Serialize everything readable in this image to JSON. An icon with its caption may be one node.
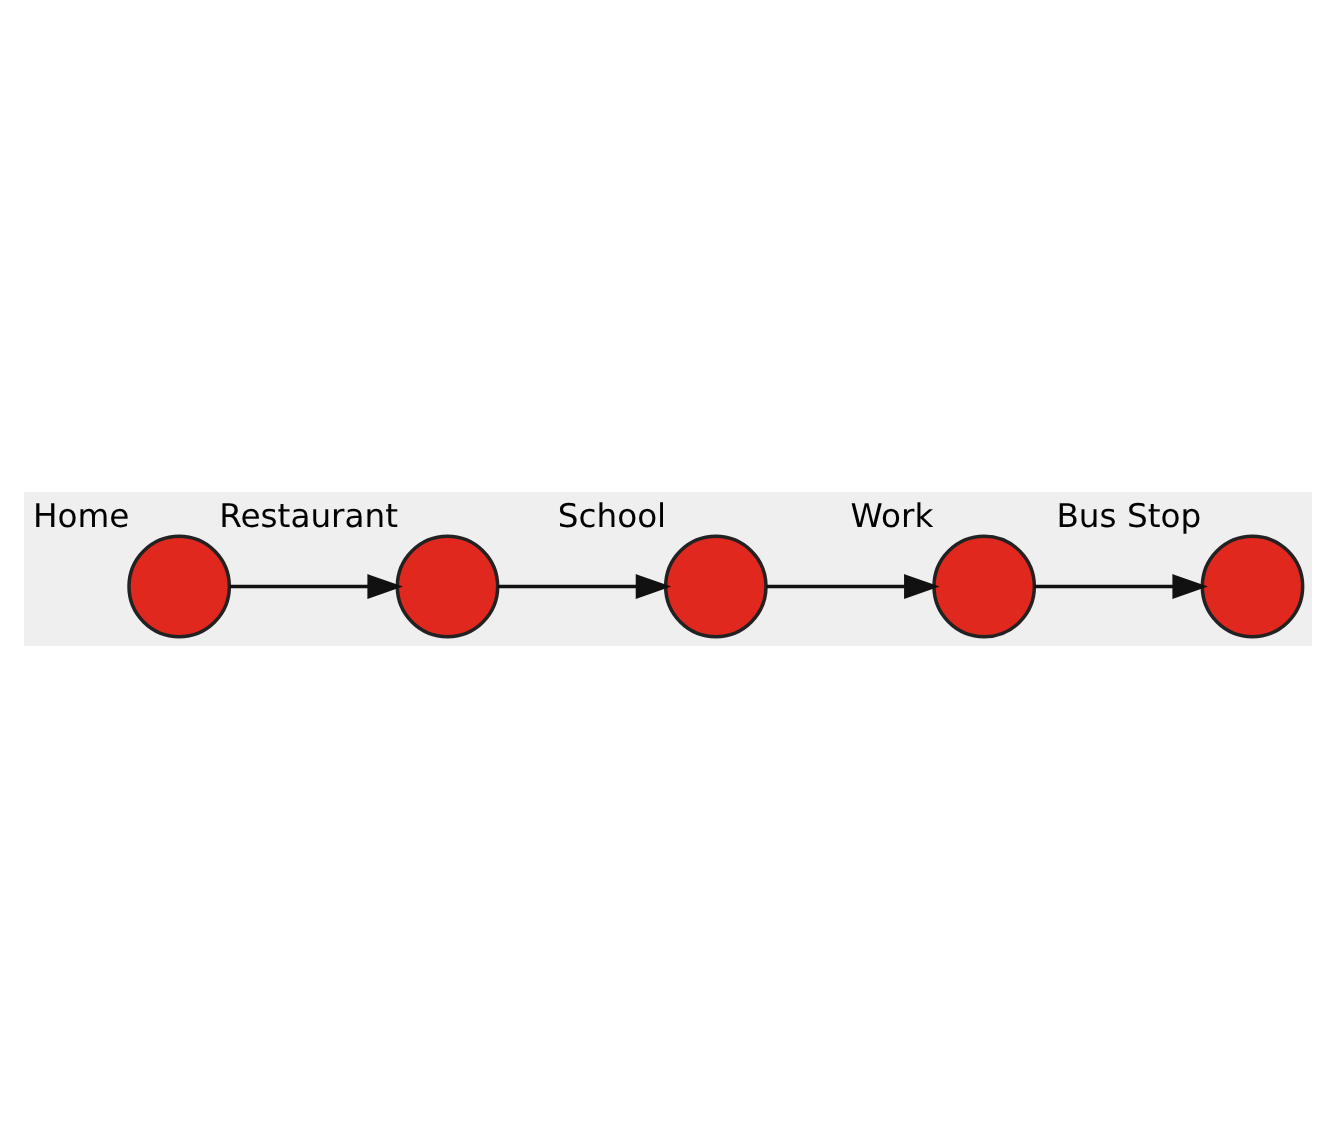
{
  "diagram": {
    "nodes": [
      {
        "text": [],
        "shape": "circle",
        "beside": [
          "Home"
        ]
      },
      {
        "text": [],
        "shape": "circle",
        "beside": [
          "Restaurant"
        ]
      },
      {
        "text": [],
        "shape": "circle",
        "beside": [
          "School"
        ]
      },
      {
        "text": [],
        "shape": "circle",
        "beside": [
          "Work"
        ]
      },
      {
        "text": [],
        "shape": "circle",
        "beside": [
          "Bus Stop"
        ]
      }
    ],
    "edges": [
      {
        "from": 0,
        "to": 1,
        "arrow": "to"
      },
      {
        "from": 1,
        "to": 2,
        "arrow": "to"
      },
      {
        "from": 2,
        "to": 3,
        "arrow": "to"
      },
      {
        "from": 3,
        "to": 4,
        "arrow": "to"
      }
    ]
  }
}
